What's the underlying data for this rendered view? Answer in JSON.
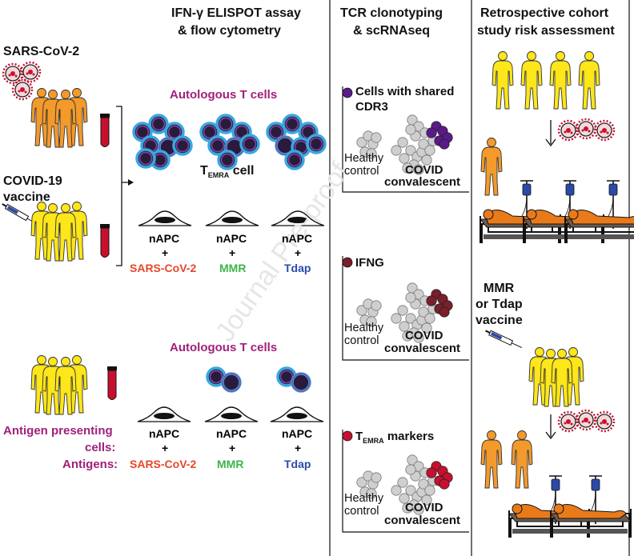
{
  "col1": {
    "title1": "IFN-γ ELISPOT assay",
    "title2": "& flow cytometry",
    "sars": "SARS-CoV-2",
    "covid1": "COVID-19",
    "covid2": "vaccine",
    "auto_top": "Autologous T cells",
    "temra_t": "T",
    "temra_sub": "EMRA",
    "temra_rest": " cell",
    "napc": "nAPC",
    "plus": "+",
    "ag1": "SARS-CoV-2",
    "ag2": "MMR",
    "ag3": "Tdap",
    "auto_bottom": "Autologous T cells",
    "apc1": "Antigen presenting",
    "apc2": "cells:",
    "antigens": "Antigens:"
  },
  "col2": {
    "title1": "TCR clonotyping",
    "title2": "& scRNAseq",
    "p1_legend1": "Cells with shared",
    "p1_legend2": "CDR3",
    "p2_legend": "IFNG",
    "p3_t": "T",
    "p3_sub": "EMRA",
    "p3_rest": " markers",
    "healthy": "Healthy",
    "control": "control",
    "covid": "COVID",
    "convalescent": "convalescent"
  },
  "col3": {
    "title1": "Retrospective cohort",
    "title2": "study risk assessment",
    "vacc1": "MMR",
    "vacc2": "or Tdap",
    "vacc3": "vaccine"
  },
  "watermark": "Journal Pre-proof",
  "colors": {
    "orange": "#f39a2b",
    "yellow": "#fde619",
    "tube": "#c8102e",
    "purple": "#5b1a8c",
    "maroon": "#7a1f2b",
    "red": "#c8102e",
    "blue_ring": "#3aa7e0",
    "antigen_red": "#e8462a",
    "antigen_green": "#3bb54a",
    "antigen_blue": "#2b4aa8",
    "label_purple": "#a0207a"
  }
}
